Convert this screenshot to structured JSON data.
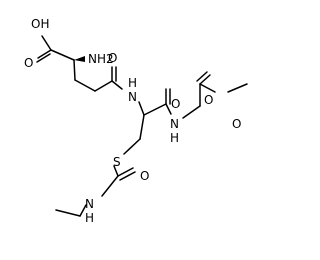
{
  "molecule": {
    "atom_labels": {
      "acid_oh": "OH",
      "nh2": "NH2",
      "amide1_o": "O",
      "amide1_n": "N",
      "amide2_o": "O",
      "amide2_n": "N",
      "ester_o_carbonyl": "O",
      "ester_o": "O",
      "thio_s": "S",
      "thio_o": "O",
      "thio_n": "N"
    },
    "subscripts": {
      "nh2_sub": "2"
    },
    "hydrogens": {
      "nh2_h": "H",
      "amide1_h": "H",
      "amide2_h": "H",
      "thio_h": "H"
    },
    "colors": {
      "bond": "#000000",
      "text": "#000000",
      "background": "#ffffff"
    }
  }
}
